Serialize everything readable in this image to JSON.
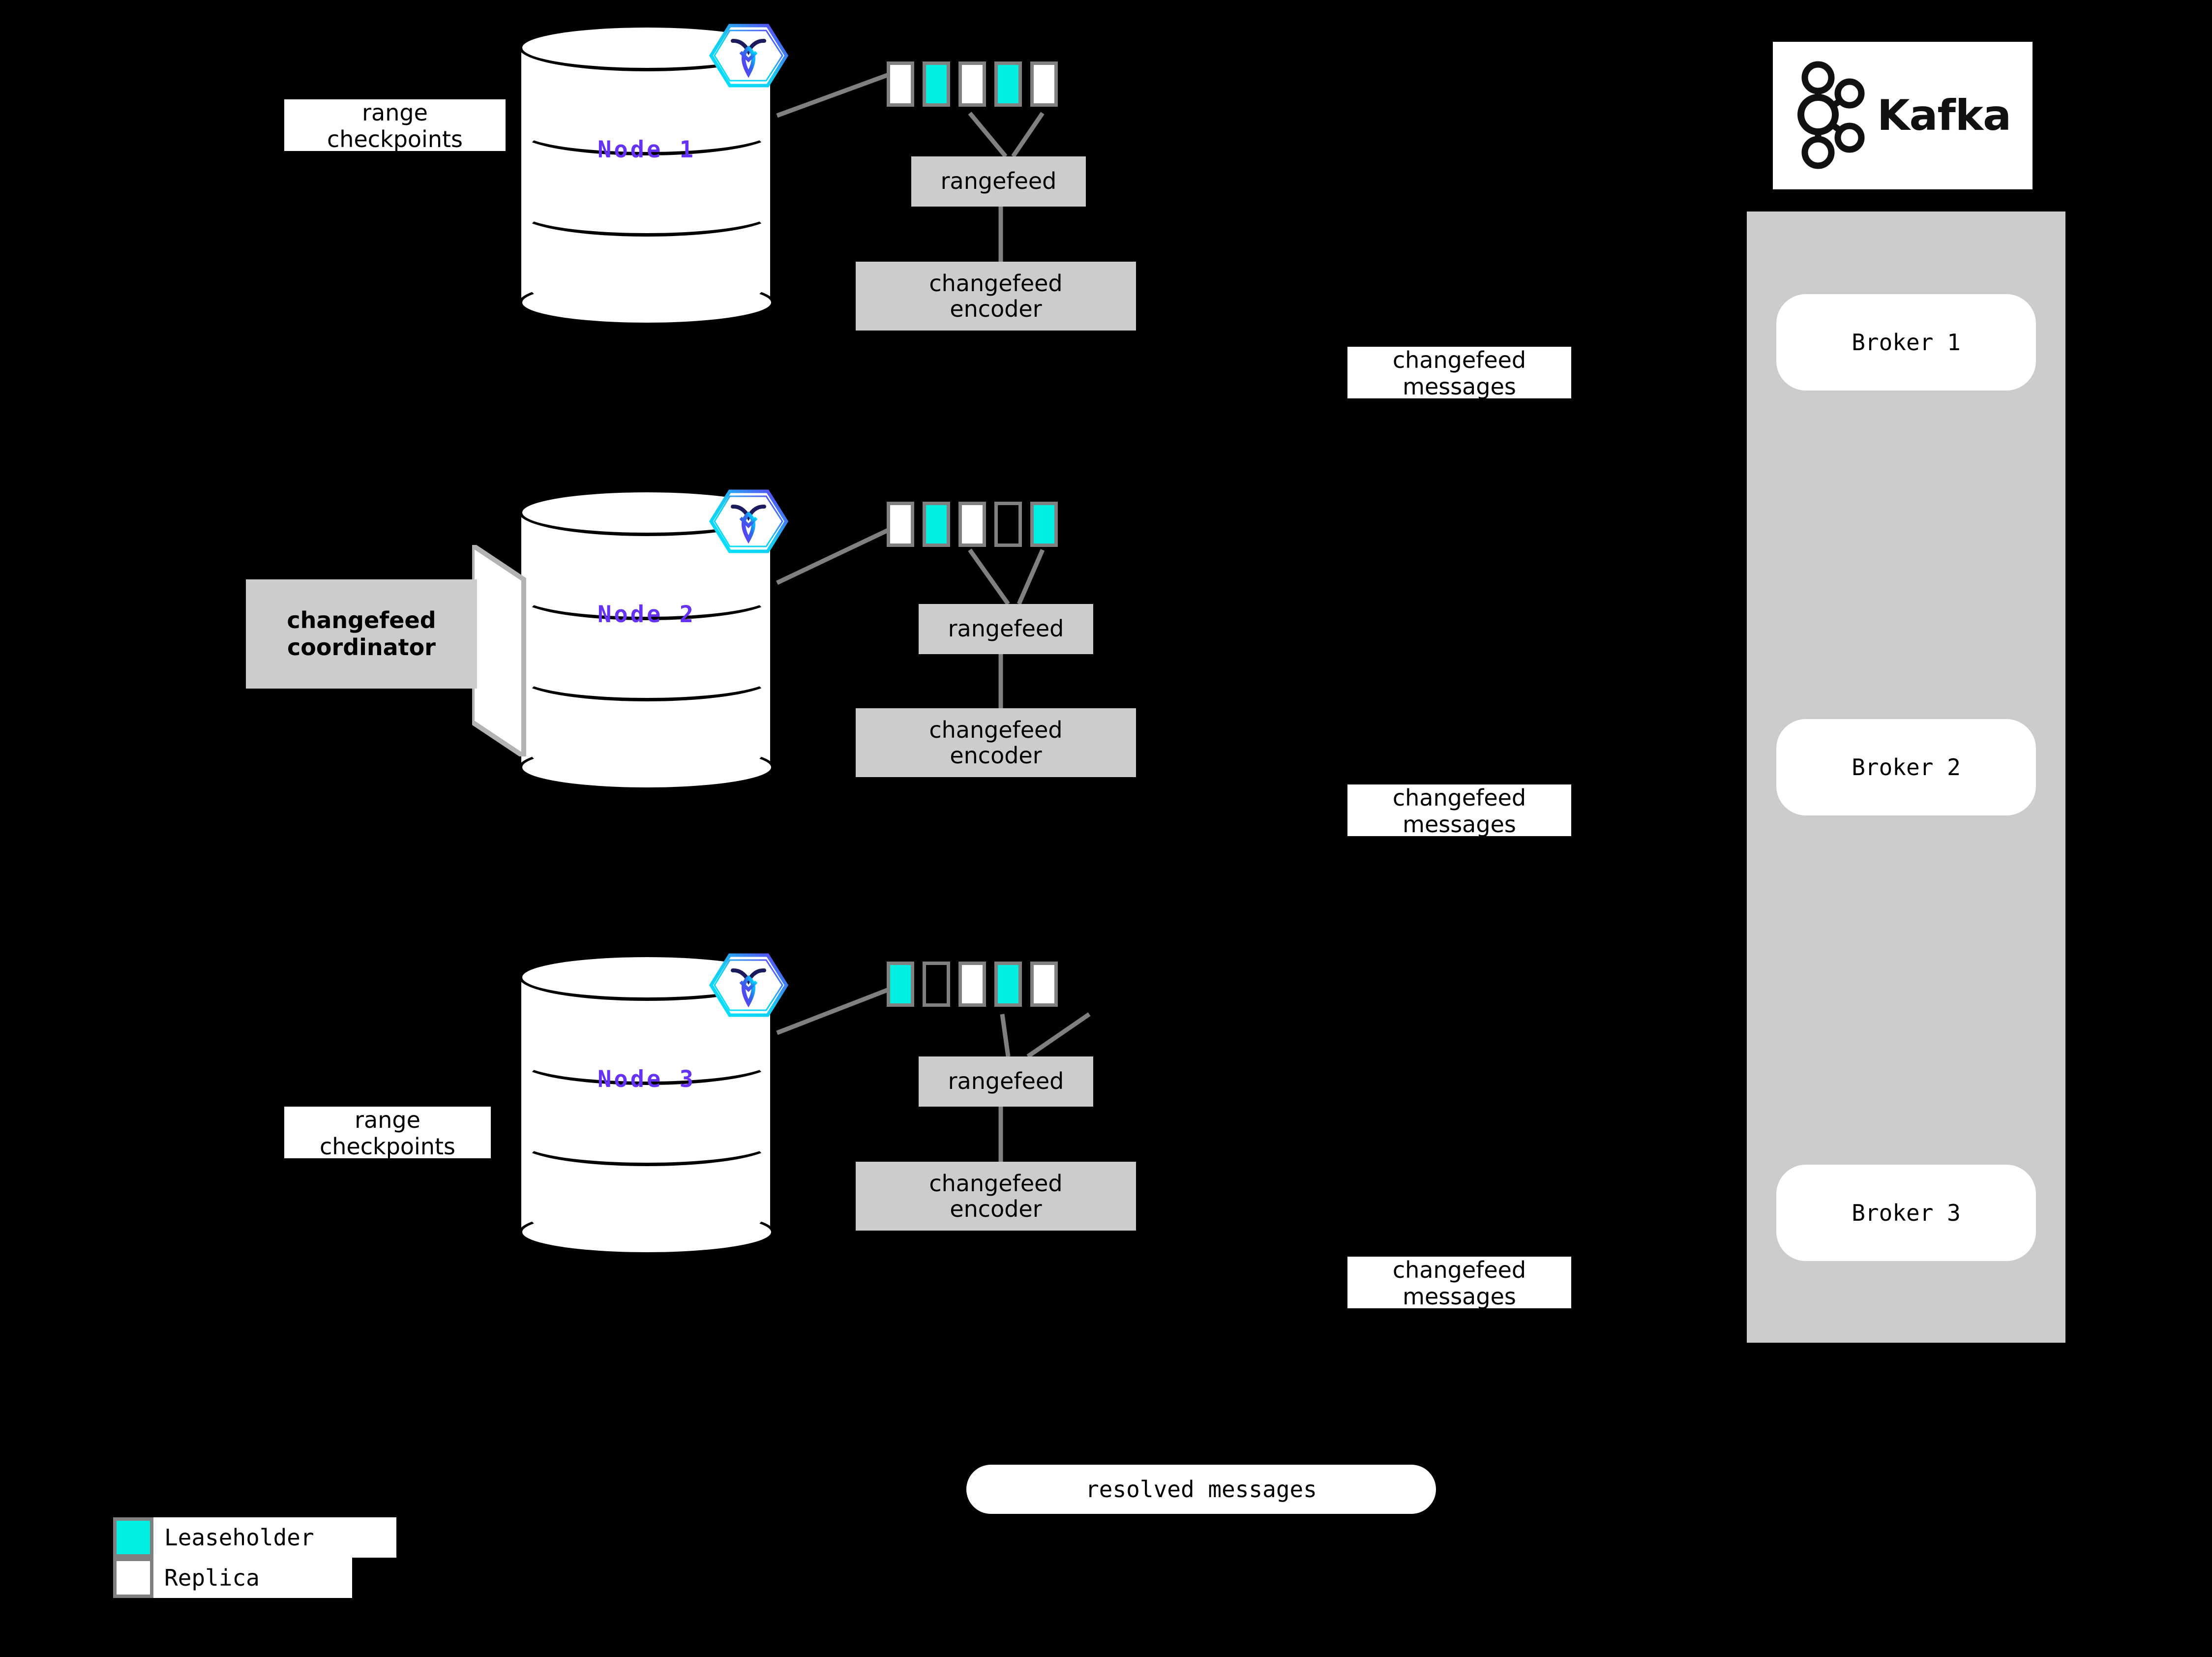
{
  "diagram": {
    "title": "CockroachDB changefeed to Kafka architecture",
    "colors": {
      "leaseholder": "#00EFE1",
      "replica": "#FFFFFF",
      "range_border": "#808080",
      "process_box": "#CCCCCC",
      "node_label": "#6633F5",
      "background": "#000000",
      "kafka_panel": "#CCCCCC"
    },
    "nodes": [
      {
        "label": "Node 1",
        "logo_icon": "cockroachdb-hexagon-icon",
        "ranges": [
          "replica",
          "leaseholder",
          "replica",
          "leaseholder",
          "replica"
        ],
        "rangefeed_label": "rangefeed",
        "encoder_label": "changefeed\nencoder",
        "encoder_line1": "changefeed",
        "encoder_line2": "encoder",
        "caption_line1": "range",
        "caption_line2": "checkpoints",
        "has_caption": true,
        "has_coordinator": false
      },
      {
        "label": "Node 2",
        "logo_icon": "cockroachdb-hexagon-icon",
        "ranges": [
          "replica",
          "leaseholder",
          "replica",
          "empty",
          "leaseholder"
        ],
        "rangefeed_label": "rangefeed",
        "encoder_label": "changefeed\nencoder",
        "encoder_line1": "changefeed",
        "encoder_line2": "encoder",
        "caption_line1": "",
        "caption_line2": "",
        "has_caption": false,
        "has_coordinator": true,
        "coordinator_line1": "changefeed",
        "coordinator_line2": "coordinator"
      },
      {
        "label": "Node 3",
        "logo_icon": "cockroachdb-hexagon-icon",
        "ranges": [
          "leaseholder",
          "empty",
          "replica",
          "leaseholder",
          "replica"
        ],
        "rangefeed_label": "rangefeed",
        "encoder_label": "changefeed\nencoder",
        "encoder_line1": "changefeed",
        "encoder_line2": "encoder",
        "caption_line1": "range",
        "caption_line2": "checkpoints",
        "has_caption": true,
        "has_coordinator": false
      }
    ],
    "message_labels": [
      {
        "line1": "changefeed",
        "line2": "messages"
      },
      {
        "line1": "changefeed",
        "line2": "messages"
      },
      {
        "line1": "changefeed",
        "line2": "messages"
      }
    ],
    "kafka": {
      "wordmark": "Kafka",
      "logo_icon": "kafka-node-graph-icon",
      "brokers": [
        "Broker 1",
        "Broker 2",
        "Broker 3"
      ]
    },
    "resolved_messages": "resolved messages",
    "legend": {
      "items": [
        {
          "swatch": "leaseholder",
          "label": "Leaseholder"
        },
        {
          "swatch": "replica",
          "label": "Replica"
        }
      ]
    }
  }
}
